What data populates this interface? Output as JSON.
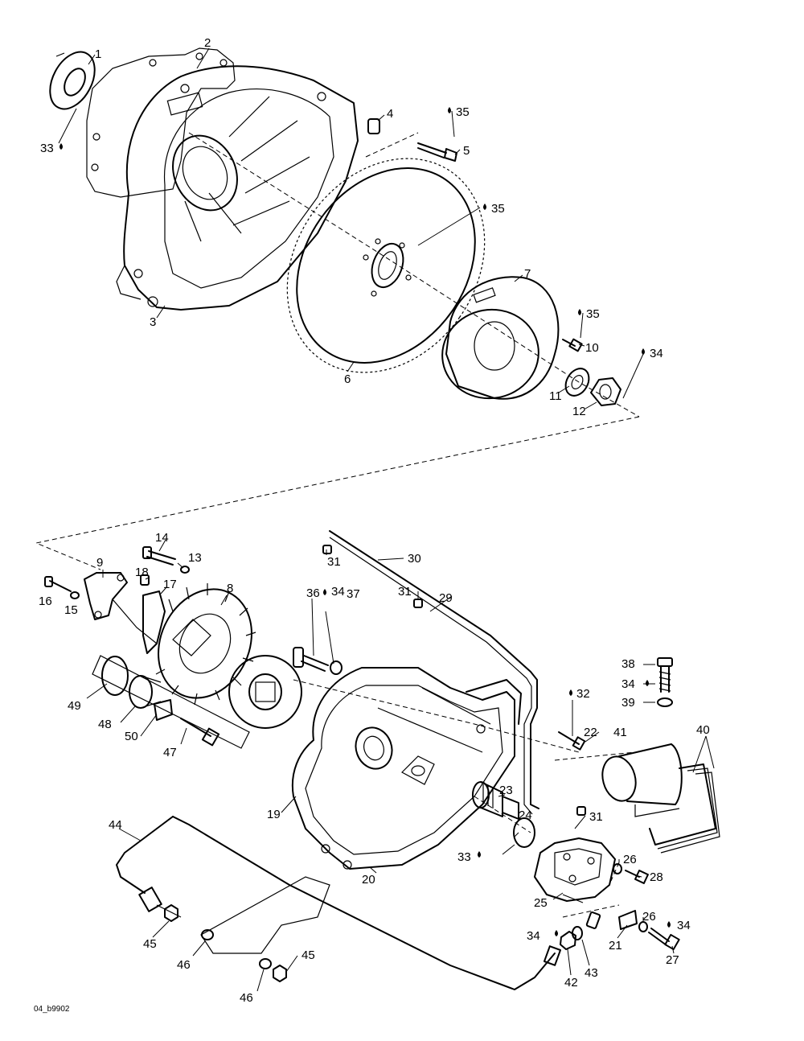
{
  "drawing_code": "04_b9902",
  "callouts": {
    "c1": "1",
    "c2": "2",
    "c3": "3",
    "c4": "4",
    "c5": "5",
    "c6": "6",
    "c7": "7",
    "c10": "10",
    "c11": "11",
    "c12": "12",
    "c33a": "33",
    "c35a": "35",
    "c35b": "35",
    "c35c": "35",
    "c34a": "34",
    "c14": "14",
    "c13": "13",
    "c9": "9",
    "c18": "18",
    "c17": "17",
    "c8": "8",
    "c16": "16",
    "c15": "15",
    "c31a": "31",
    "c30": "30",
    "c36": "36",
    "c34b": "34",
    "c37": "37",
    "c31b": "31",
    "c29": "29",
    "c38": "38",
    "c34c": "34",
    "c39": "39",
    "c49": "49",
    "c48": "48",
    "c50": "50",
    "c47": "47",
    "c32": "32",
    "c22": "22",
    "c41": "41",
    "c40": "40",
    "c19": "19",
    "c23": "23",
    "c24": "24",
    "c31c": "31",
    "c33b": "33",
    "c20": "20",
    "c44": "44",
    "c26a": "26",
    "c28": "28",
    "c25": "25",
    "c26b": "26",
    "c34d": "34",
    "c34e": "34",
    "c21": "21",
    "c27": "27",
    "c45a": "45",
    "c46a": "46",
    "c45b": "45",
    "c46b": "46",
    "c42": "42",
    "c43": "43"
  }
}
